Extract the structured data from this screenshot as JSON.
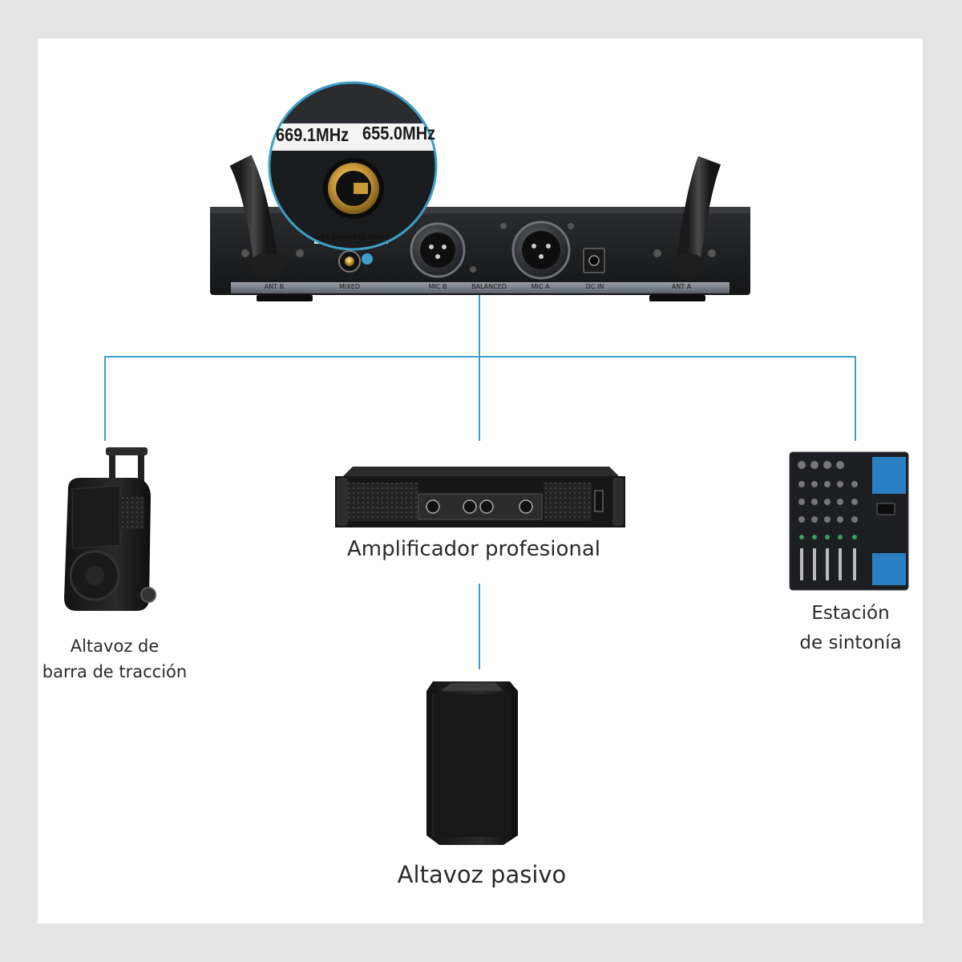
{
  "receiver": {
    "zoom_freq_b": "669.1MHz",
    "zoom_freq_a": "655.0MHz",
    "sticker_freq_b": "669.1MHz",
    "sticker_freq_a": "655.0MHz",
    "ports": {
      "ant_b": "ANT B",
      "mixed": "MIXED",
      "mic_b": "MIC B",
      "balanced": "BALANCED",
      "mic_a": "MIC A",
      "dc_in": "DC IN",
      "ant_a": "ANT A"
    }
  },
  "devices": {
    "trolley_speaker": {
      "line1": "Altavoz de",
      "line2": "barra de tracción"
    },
    "amplifier": {
      "label": "Amplificador profesional"
    },
    "mixer": {
      "line1": "Estación",
      "line2": "de sintonía"
    },
    "passive_speaker": {
      "label": "Altavoz pasivo"
    }
  },
  "colors": {
    "connector": "#3d9fc7",
    "background": "#e4e4e4",
    "panel": "#ffffff"
  }
}
